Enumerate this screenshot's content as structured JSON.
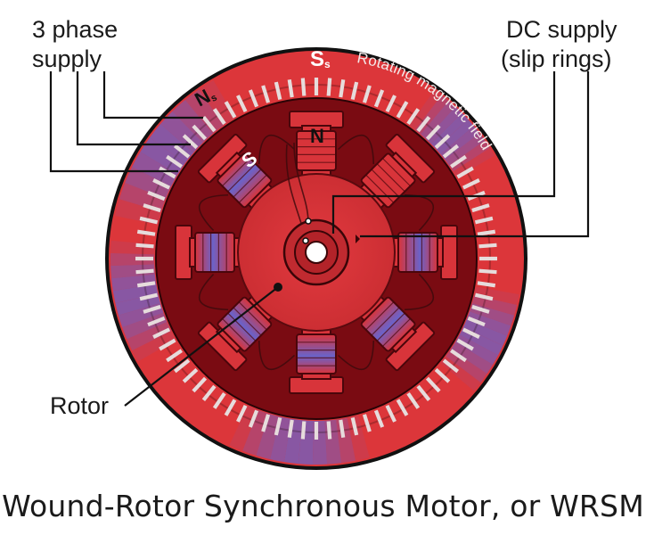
{
  "labels": {
    "three_phase_line1": "3 phase",
    "three_phase_line2": "supply",
    "dc_supply_line1": "DC supply",
    "dc_supply_line2": "(slip rings)",
    "rotating_field": "Rotating magnetic field",
    "rotor": "Rotor"
  },
  "poles": {
    "stator_north": "N",
    "stator_north_sub": "s",
    "stator_south": "S",
    "stator_south_sub": "s",
    "rotor_north": "N",
    "rotor_south": "S"
  },
  "caption": "Wound-Rotor Synchronous Motor, or WRSM",
  "colors": {
    "stator_red": "#e0393b",
    "stator_blue": "#6b62c8",
    "slot_light": "#e6dcdc",
    "stator_inner": "#7a0b12",
    "rotor_red": "#d8343a",
    "rotor_dark": "#9c1c22",
    "leader_line": "#111111"
  }
}
